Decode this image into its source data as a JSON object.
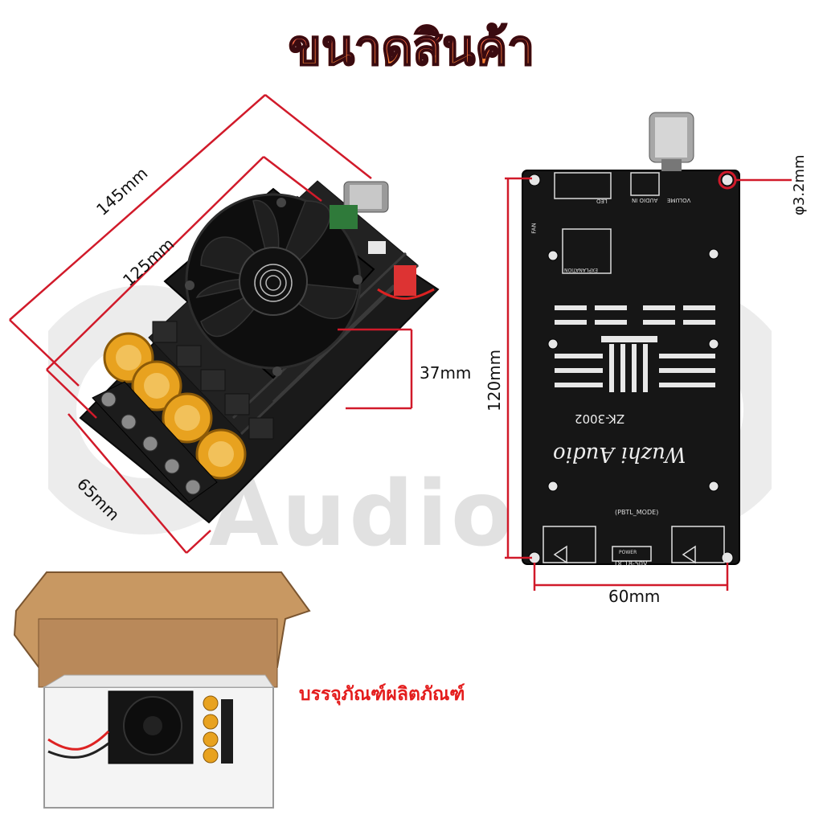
{
  "title": "ขนาดสินค้า",
  "dimensions": {
    "length_outer": "145mm",
    "length_board": "125mm",
    "width_board": "65mm",
    "height": "37mm",
    "back_length": "120mm",
    "back_width": "60mm",
    "hole_diameter": "φ3.2mm"
  },
  "board_back": {
    "model": "ZK-3002",
    "brand": "Wuzhi Audio",
    "power_label": "DC18-50V",
    "pbtl_label": "(PBTL_MODE)",
    "audio_in": "AUDIO IN",
    "volume": "VOLUME",
    "explanation": "EXPLANATION",
    "led": "LED",
    "fan": "FAN",
    "power": "POWER"
  },
  "watermark": {
    "brand": "ONEO",
    "sub": "Audio"
  },
  "package_label": "บรรจุภัณฑ์ผลิตภัณฑ์",
  "colors": {
    "dimension_line": "#d11a2a",
    "title_gradient_start": "#ff4a6e",
    "title_gradient_end": "#ffb02a",
    "pcb": "#161616",
    "capacitor": "#e8a21f",
    "box": "#c89862"
  }
}
